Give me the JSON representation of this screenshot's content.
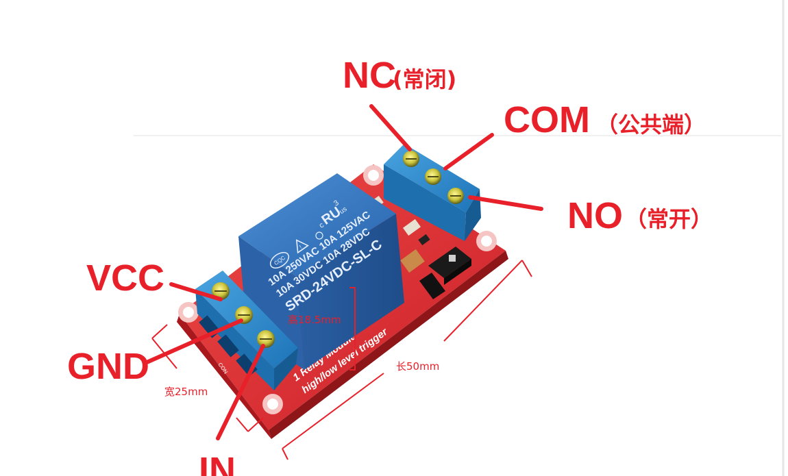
{
  "labels": {
    "nc": "NC",
    "nc_cn": "(常闭)",
    "com": "COM",
    "com_cn": "（公共端）",
    "no": "NO",
    "no_cn": "（常开）",
    "vcc": "VCC",
    "gnd": "GND",
    "in": "IN"
  },
  "dimensions": {
    "height": "高18.5mm",
    "length": "长50mm",
    "width": "宽25mm"
  },
  "relay": {
    "line1": "10A 250VAC  10A 125VAC",
    "line2": "10A 30VDC  10A 28VDC",
    "model": "SRD-24VDC-SL-C",
    "cqc": "CQC",
    "ul_mark": "RU",
    "c": "c",
    "us": "us",
    "three": "3"
  },
  "pcb": {
    "line1": "1 Relay  Module",
    "line2": "high/low level trigger",
    "con": "CON"
  },
  "colors": {
    "annotation": "#e8202a",
    "pcb": "#d8262c",
    "relay": "#2f6fb8",
    "terminal": "#2a86c8"
  }
}
